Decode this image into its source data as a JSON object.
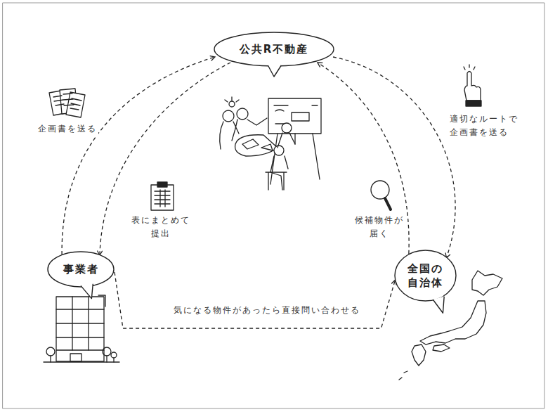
{
  "diagram": {
    "nodes": [
      {
        "text": [
          "公共R不動産"
        ]
      },
      {
        "text": [
          "事業者"
        ]
      },
      {
        "text": [
          "全国の 自治体"
        ]
      }
    ],
    "edges": [
      {
        "from": 1,
        "to": 0,
        "label": "企画書を送る",
        "arrow": "to"
      },
      {
        "from": 0,
        "to": 1,
        "label": "表にまとめて 提出",
        "arrow": "to"
      },
      {
        "from": 0,
        "to": 2,
        "label": "適切なルートで 企画書を送る",
        "arrow": "to"
      },
      {
        "from": 2,
        "to": 0,
        "label": "候補物件が 届く",
        "arrow": "to"
      },
      {
        "from": 1,
        "to": 2,
        "label": "気になる物件があったら直接問い合わせる",
        "arrow": "to"
      }
    ]
  }
}
